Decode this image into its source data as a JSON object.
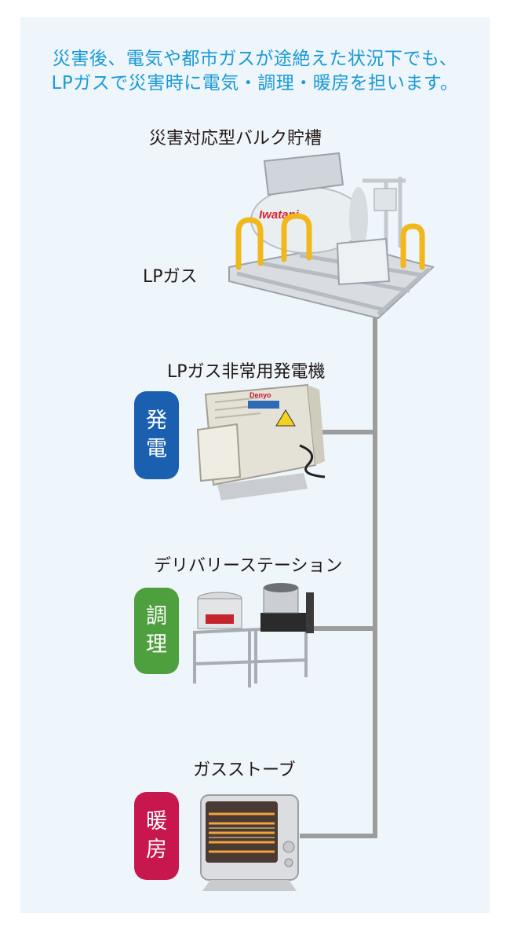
{
  "headline": {
    "line1": "災害後、電気や都市ガスが途絶えた状況下でも、",
    "line2": "LPガスで災害時に電気・調理・暖房を担います。"
  },
  "tank": {
    "title": "災害対応型バルク貯槽",
    "gas_label": "LPガス",
    "brand": "Iwatani"
  },
  "generator": {
    "title": "LPガス非常用発電機",
    "badge": [
      "発",
      "電"
    ],
    "badge_color": "#1b5fb0",
    "brand": "Denyo"
  },
  "cooking": {
    "title": "デリバリーステーション",
    "badge": [
      "調",
      "理"
    ],
    "badge_color": "#4e9f3d"
  },
  "heating": {
    "title": "ガスストーブ",
    "badge": [
      "暖",
      "房"
    ],
    "badge_color": "#c8174d"
  },
  "colors": {
    "background_panel": "#eef5fb",
    "headline_text": "#1a9ad6",
    "pipe": "#9c9c9c"
  }
}
